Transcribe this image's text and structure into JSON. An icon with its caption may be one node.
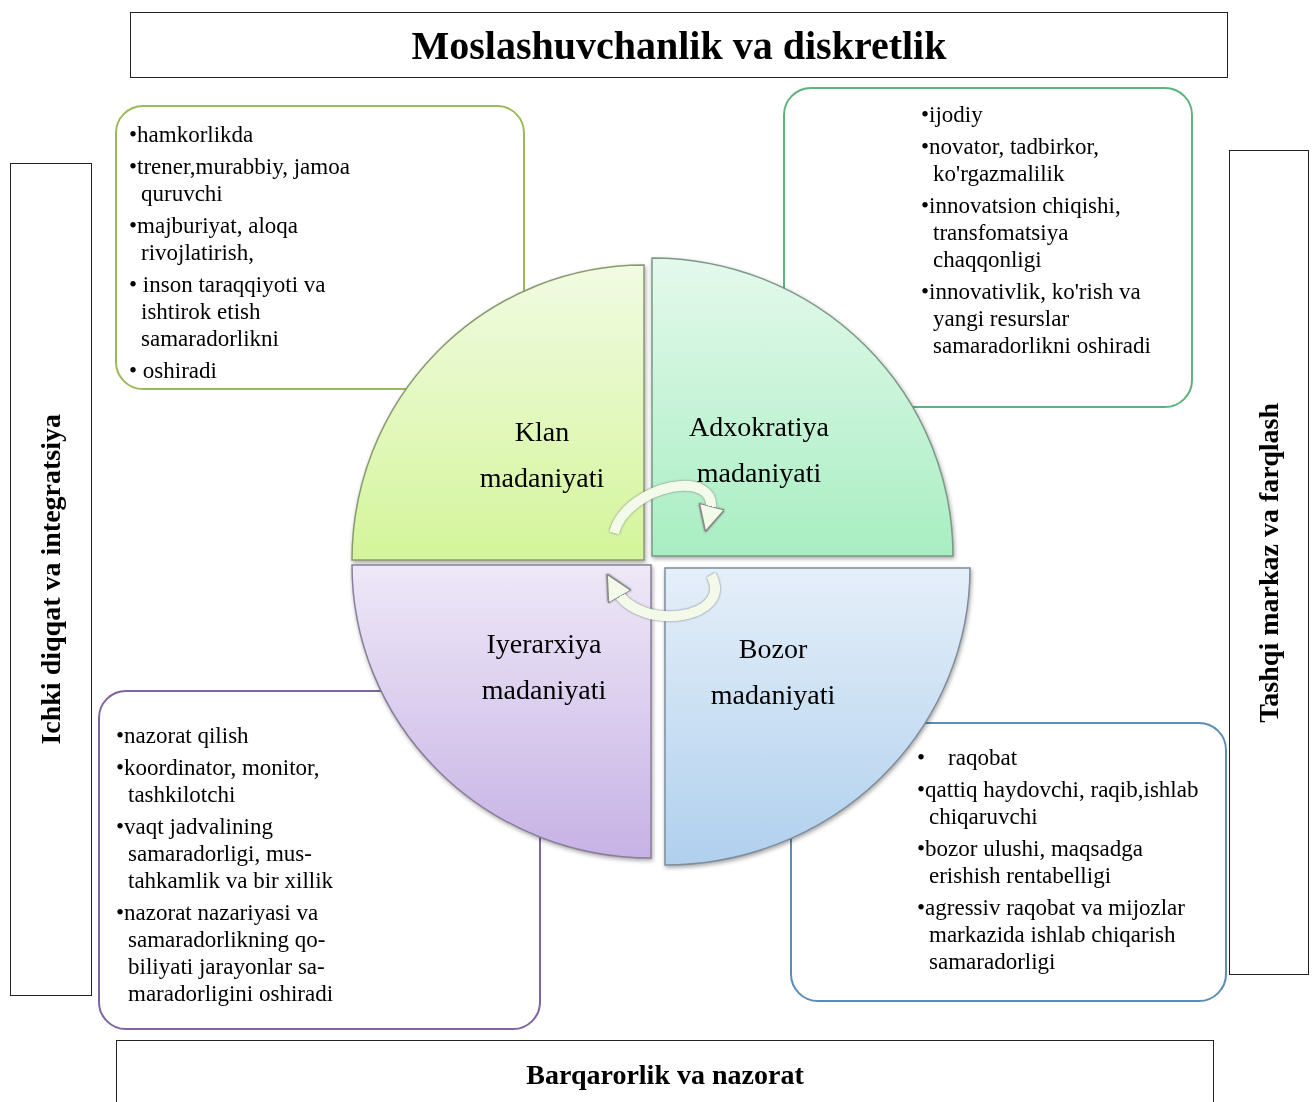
{
  "diagram": {
    "nodes": [
      {
        "text": [
          "Moslashuvchanlik va diskretlik"
        ]
      },
      {
        "text": [
          "•hamkorlikda",
          "•trener,murabbiy, jamoa quruvchi",
          "•majburiyat, aloqa rivojlatirish,",
          "• inson taraqqiyoti va ishtirok etish samaradorlikni",
          "• oshiradi"
        ]
      },
      {
        "text": [
          "•ijodiy",
          "•novator, tadbirkor, ko'rgazmalilik",
          "•innovatsion chiqishi, transfomatsiya chaqqonligi",
          "•innovativlik, ko'rish va yangi resurslar samaradorlikni oshiradi"
        ]
      },
      {
        "text": [
          "Ichki diqqat va integratsiya"
        ]
      },
      {
        "text": [
          "Klan madaniyati"
        ]
      },
      {
        "text": [
          "Adxokratiya madaniyati"
        ]
      },
      {
        "text": [
          "Tashqi markaz va farqlash"
        ]
      },
      {
        "text": [
          "Iyerarxiya madaniyati"
        ]
      },
      {
        "text": [
          "Bozor madaniyati"
        ]
      },
      {
        "text": [
          "•nazorat qilish",
          "•koordinator, monitor, tashkilotchi",
          "•vaqt jadvalining samaradorligi, mus- tahkamlik va bir xillik",
          "•nazorat nazariyasi va samaradorlikning qo- biliyati jarayonlar sa- maradorligini oshiradi"
        ]
      },
      {
        "text": [
          "•    raqobat",
          "•qattiq haydovchi, raqib,ishlab chiqaruvchi",
          "•bozor ulushi, maqsadga erishish rentabelligi",
          "•agressiv raqobat va mijozlar markazida ishlab chiqarish samaradorligi"
        ]
      },
      {
        "text": [
          "Barqarorlik va nazorat"
        ]
      }
    ],
    "edges": [
      {
        "from": 4,
        "to": 5,
        "arrow": "to"
      },
      {
        "from": 8,
        "to": 7,
        "arrow": "to"
      }
    ]
  }
}
